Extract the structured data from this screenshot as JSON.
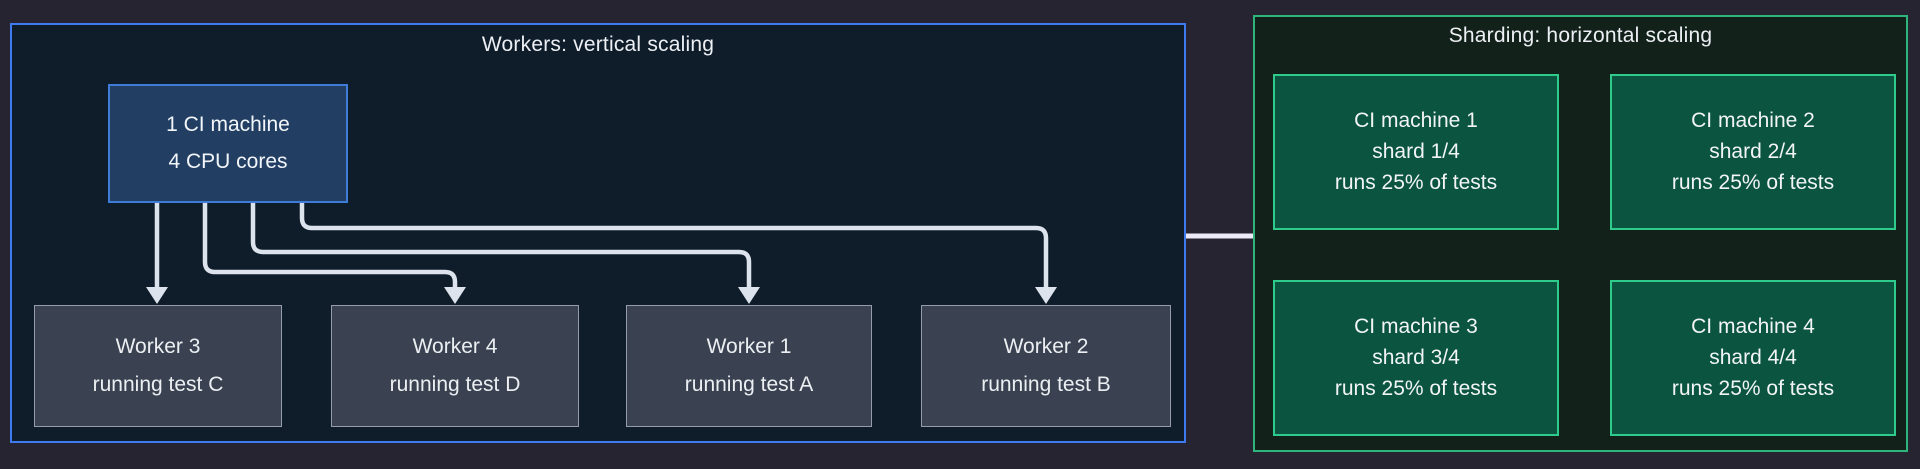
{
  "page": {
    "background_color": "#272431"
  },
  "workers_panel": {
    "title": "Workers: vertical scaling",
    "border_color": "#3E7BF0",
    "fill_color": "#0F1D2B",
    "ci_box": {
      "lines": [
        "1 CI machine",
        "4 CPU cores"
      ],
      "fill_color": "#223F63",
      "border_color": "#3E7CD9"
    },
    "workers": [
      {
        "name": "Worker 3",
        "task": "running test C"
      },
      {
        "name": "Worker 4",
        "task": "running test D"
      },
      {
        "name": "Worker 1",
        "task": "running test A"
      },
      {
        "name": "Worker 2",
        "task": "running test B"
      }
    ],
    "worker_fill_color": "#3A4252",
    "worker_border_color": "#959DAB"
  },
  "sharding_panel": {
    "title": "Sharding: horizontal scaling",
    "border_color": "#2EB57C",
    "fill_color": "#12211A",
    "machines": [
      {
        "lines": [
          "CI machine 1",
          "shard 1/4",
          "runs 25% of tests"
        ]
      },
      {
        "lines": [
          "CI machine 2",
          "shard 2/4",
          "runs 25% of tests"
        ]
      },
      {
        "lines": [
          "CI machine 3",
          "shard 3/4",
          "runs 25% of tests"
        ]
      },
      {
        "lines": [
          "CI machine 4",
          "shard 4/4",
          "runs 25% of tests"
        ]
      }
    ],
    "box_fill_color": "#0A5440",
    "box_border_color": "#2FCB8C"
  },
  "arrows": {
    "color": "#DDE3ED",
    "connector_color": "#ECEAF6"
  }
}
